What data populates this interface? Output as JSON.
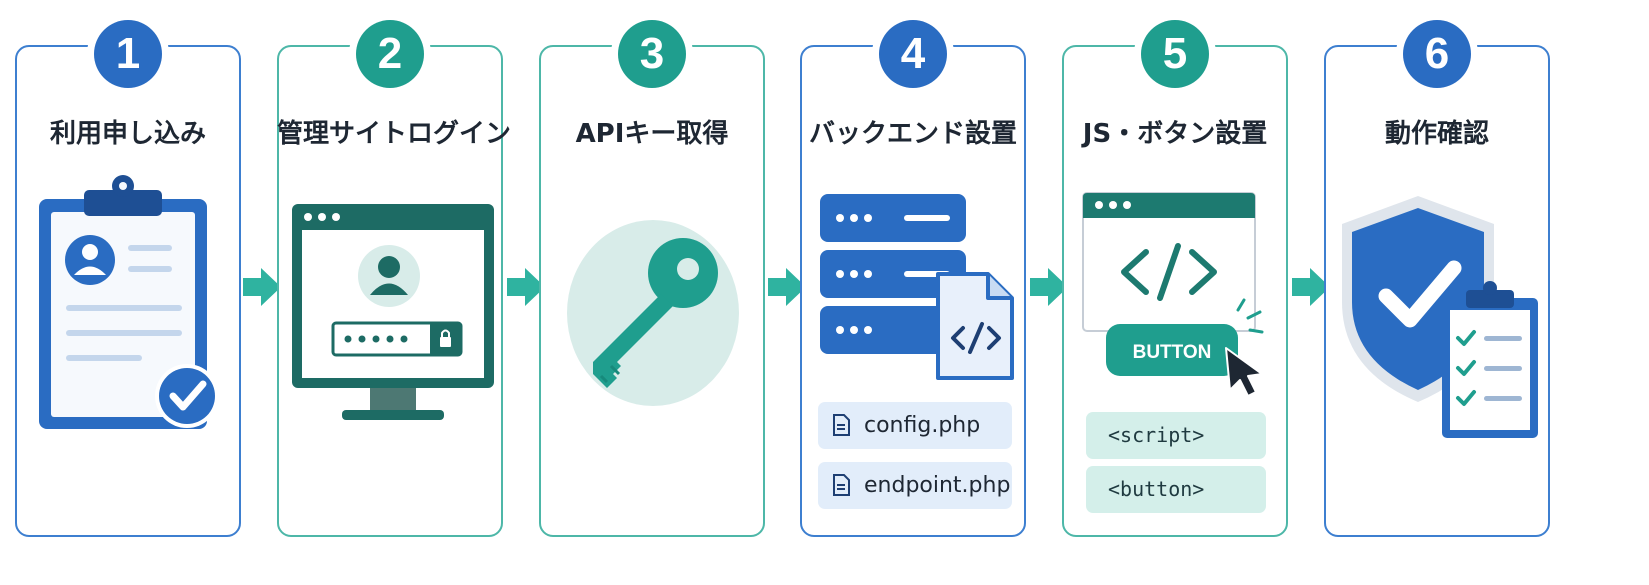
{
  "steps": [
    {
      "number": "1",
      "title": "利用申し込み"
    },
    {
      "number": "2",
      "title": "管理サイトログイン"
    },
    {
      "number": "3",
      "title": "APIキー取得"
    },
    {
      "number": "4",
      "title": "バックエンド設置",
      "files": [
        "config.php",
        "endpoint.php"
      ]
    },
    {
      "number": "5",
      "title": "JS・ボタン設置",
      "button_label": "BUTTON",
      "tags": [
        "<script>",
        "<button>"
      ]
    },
    {
      "number": "6",
      "title": "動作確認"
    }
  ],
  "colors": {
    "blue": "#2a6cc2",
    "teal": "#1f9e8e",
    "dark_teal": "#1d6b64",
    "arrow": "#2fb3a0"
  },
  "icons": [
    "clipboard-profile-icon",
    "monitor-login-icon",
    "key-icon",
    "server-code-icon",
    "browser-button-icon",
    "shield-check-icon"
  ]
}
